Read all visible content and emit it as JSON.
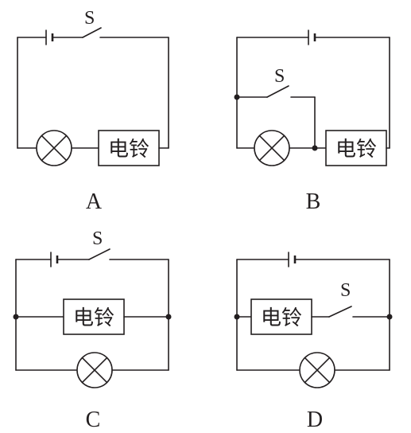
{
  "switch_label": "S",
  "bell_label": "电铃",
  "diagrams": [
    {
      "caption": "A"
    },
    {
      "caption": "B"
    },
    {
      "caption": "C"
    },
    {
      "caption": "D"
    }
  ]
}
